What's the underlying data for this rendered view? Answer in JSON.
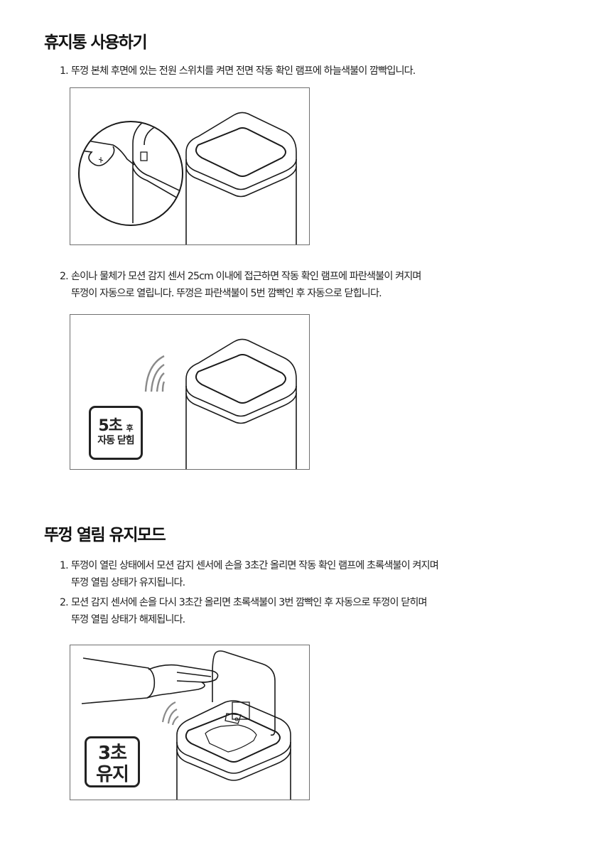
{
  "section1": {
    "title": "휴지통 사용하기",
    "steps": [
      {
        "num": "1.",
        "lines": [
          "뚜껑 본체 후면에 있는 전원 스위치를 켜면 전면 작동 확인 램프에 하늘색불이 깜빡입니다."
        ]
      },
      {
        "num": "2.",
        "lines": [
          "손이나 물체가 모션 감지 센서 25cm 이내에 접근하면 작동 확인 램프에 파란색불이 켜지며",
          "뚜껑이 자동으로 열립니다. 뚜껑은 파란색불이 5번 깜빡인 후 자동으로 닫힙니다."
        ]
      }
    ],
    "figures": [
      {
        "alt": "power-switch-illustration"
      },
      {
        "alt": "auto-close-illustration",
        "badge": {
          "big": "5초",
          "small": "후",
          "line2": "자동 닫힘"
        }
      }
    ]
  },
  "section2": {
    "title": "뚜껑 열림 유지모드",
    "steps": [
      {
        "num": "1.",
        "lines": [
          "뚜껑이 열린 상태에서 모션 감지 센서에 손을 3초간 올리면 작동 확인 램프에 초록색불이 켜지며",
          "뚜껑 열림 상태가 유지됩니다."
        ]
      },
      {
        "num": "2.",
        "lines": [
          "모션 감지 센서에 손을 다시 3초간 올리면 초록색불이 3번 깜빡인 후 자동으로 뚜껑이 닫히며",
          "뚜껑 열림 상태가 해제됩니다."
        ]
      }
    ],
    "figures": [
      {
        "alt": "hold-open-illustration",
        "badge": {
          "line1": "3초",
          "line2": "유지"
        }
      }
    ]
  },
  "colors": {
    "text": "#222222",
    "heading": "#111111",
    "frame": "#6f6f6f",
    "wave": "#8a8a8a"
  }
}
